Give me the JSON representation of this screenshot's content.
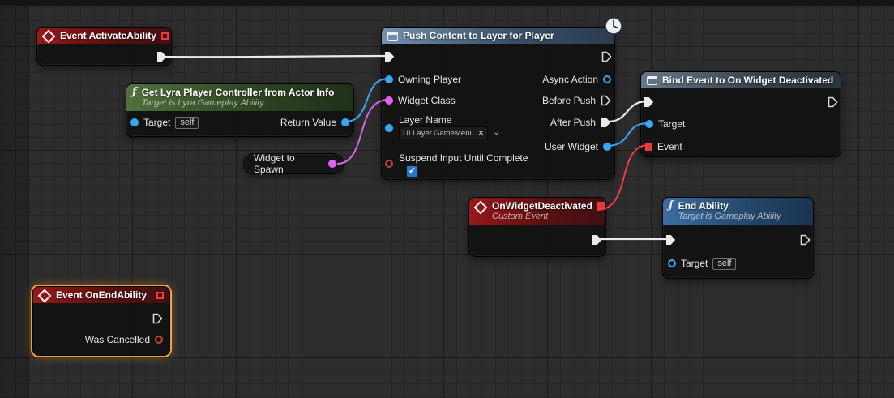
{
  "icons": {
    "function": "ƒ",
    "clear": "✕",
    "caret": "⌄",
    "check": "✓"
  },
  "colors": {
    "background": "#2d2d2d",
    "exec_wire": "#e9e9e9",
    "object_pin": "#38a6f0",
    "class_pin": "#df63ee",
    "bool_pin": "#c64040",
    "delegate_pin": "#ee3b3b",
    "selection": "#f1a33a",
    "event_header": "#96191b",
    "function_header": "#51713d",
    "async_header": "#7493b1",
    "bind_header": "#66798b",
    "ability_header": "#3d6da2"
  },
  "nodes": {
    "event_activate_ability": {
      "title": "Event ActivateAbility"
    },
    "get_lyra_player_controller": {
      "title": "Get Lyra Player Controller from Actor Info",
      "subtitle": "Target is Lyra Gameplay Ability",
      "target_label": "Target",
      "target_value": "self",
      "return_value_label": "Return Value"
    },
    "widget_to_spawn": {
      "label": "Widget to Spawn"
    },
    "push_content": {
      "title": "Push Content to Layer for Player",
      "owning_player_label": "Owning Player",
      "widget_class_label": "Widget Class",
      "layer_name_label": "Layer Name",
      "layer_name_value": "UI.Layer.GameMenu",
      "suspend_label": "Suspend Input Until Complete",
      "async_action_label": "Async Action",
      "before_push_label": "Before Push",
      "after_push_label": "After Push",
      "user_widget_label": "User Widget"
    },
    "bind_event": {
      "title": "Bind Event to On Widget Deactivated",
      "target_label": "Target",
      "event_label": "Event"
    },
    "on_widget_deactivated": {
      "title": "OnWidgetDeactivated",
      "subtitle": "Custom Event"
    },
    "end_ability": {
      "title": "End Ability",
      "subtitle": "Target is Gameplay Ability",
      "target_label": "Target",
      "target_value": "self"
    },
    "event_on_end_ability": {
      "title": "Event OnEndAbility",
      "was_cancelled_label": "Was Cancelled"
    }
  }
}
